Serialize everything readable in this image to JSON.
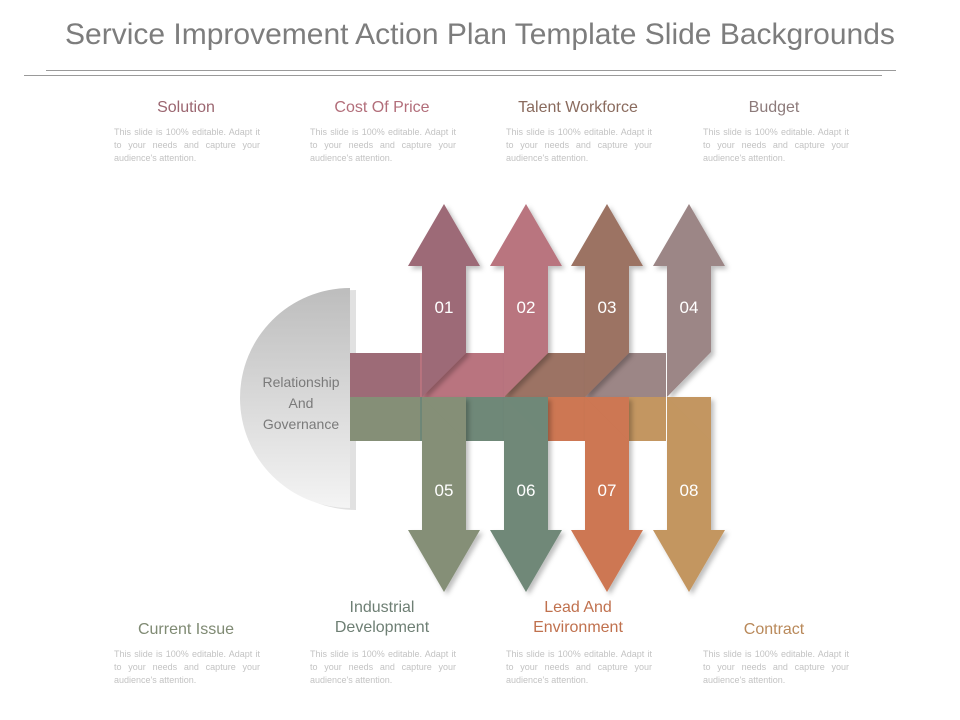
{
  "title": "Service Improvement Action Plan Template Slide Backgrounds",
  "center_label": [
    "Relationship",
    "And",
    "Governance"
  ],
  "top_items": [
    {
      "label": "Solution",
      "text": "This slide is 100% editable. Adapt it to your needs and capture your audience's attention.",
      "color": "#9b6670"
    },
    {
      "label": "Cost Of Price",
      "text": "This slide is 100% editable. Adapt it to your needs and capture your audience's attention.",
      "color": "#b26e7a"
    },
    {
      "label": "Talent Workforce",
      "text": "This slide is 100% editable. Adapt it to your needs and capture your audience's attention.",
      "color": "#8a6b5e"
    },
    {
      "label": "Budget",
      "text": "This slide is 100% editable. Adapt it to your needs and capture your audience's attention.",
      "color": "#8d7b7b"
    }
  ],
  "bottom_items": [
    {
      "label": "Current Issue",
      "text": "This slide is 100% editable. Adapt it to your needs and capture your audience's attention.",
      "color": "#7f8a73"
    },
    {
      "label": "Industrial Development",
      "text": "This slide is 100% editable. Adapt it to your needs and capture your audience's attention.",
      "color": "#6e7f74"
    },
    {
      "label": "Lead And Environment",
      "text": "This slide is 100% editable. Adapt it to your needs and capture your audience's attention.",
      "color": "#c0714e"
    },
    {
      "label": "Contract",
      "text": "This slide is 100% editable. Adapt it to your needs and capture your audience's attention.",
      "color": "#b9895a"
    }
  ],
  "arrows_up": [
    {
      "number": "01",
      "color": "#9d6b77"
    },
    {
      "number": "02",
      "color": "#b9747f"
    },
    {
      "number": "03",
      "color": "#9c7364"
    },
    {
      "number": "04",
      "color": "#9c8686"
    }
  ],
  "arrows_down": [
    {
      "number": "05",
      "color": "#858f77"
    },
    {
      "number": "06",
      "color": "#6f8878"
    },
    {
      "number": "07",
      "color": "#cd7753"
    },
    {
      "number": "08",
      "color": "#c39661"
    }
  ]
}
